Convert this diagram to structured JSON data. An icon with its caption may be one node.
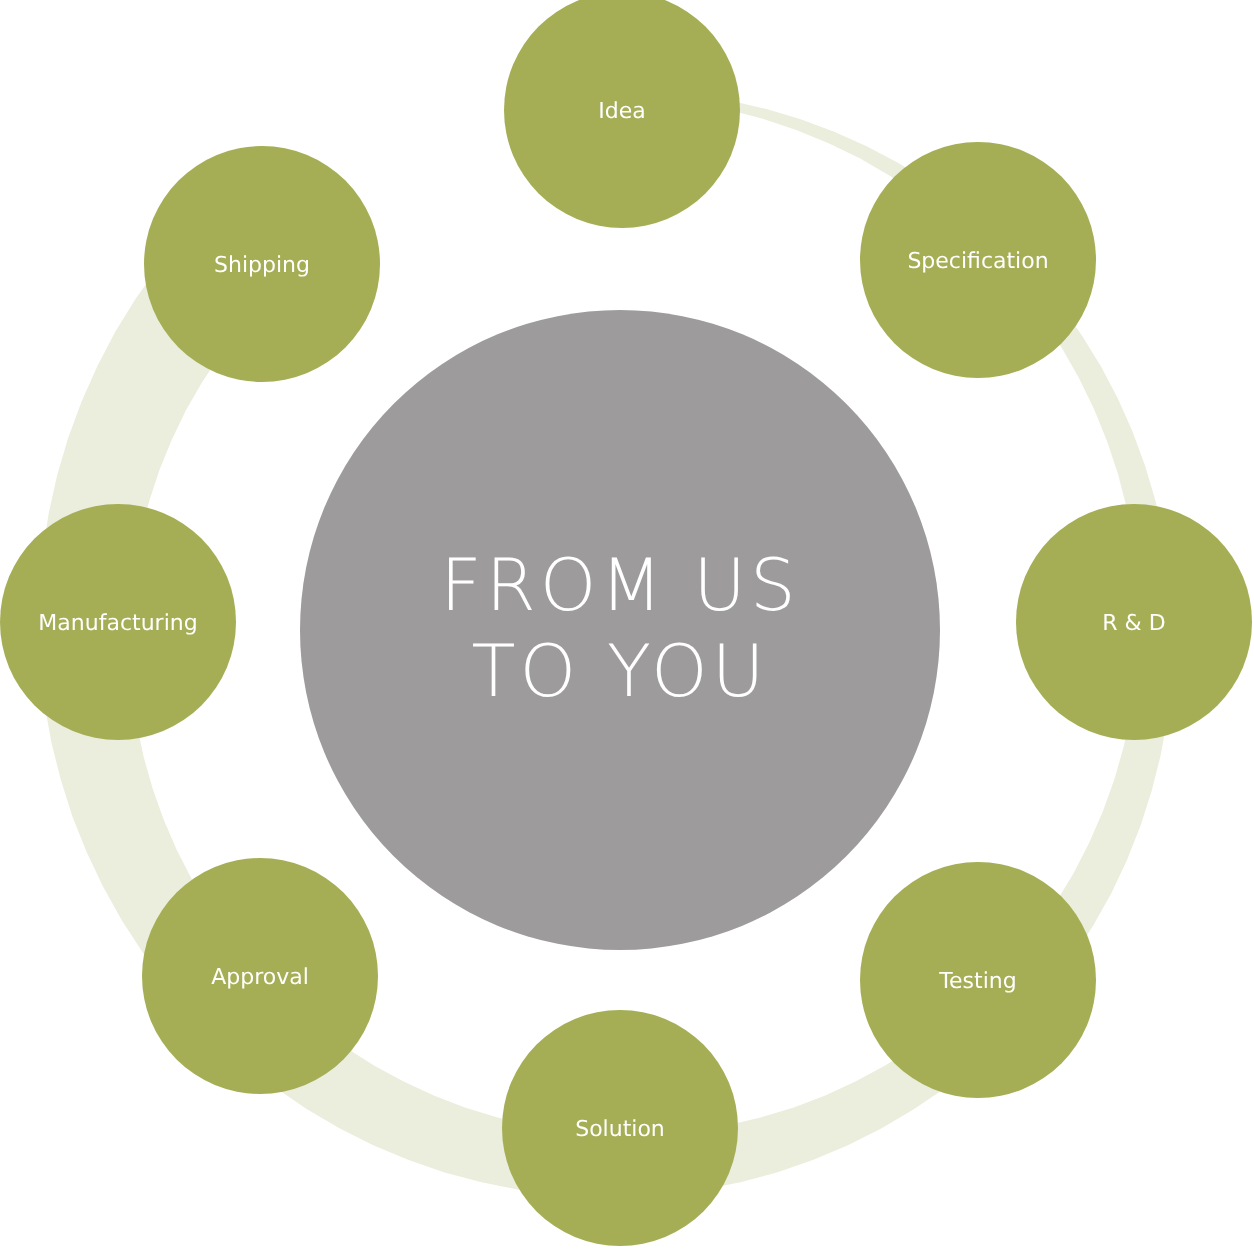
{
  "diagram": {
    "nodes": [
      {
        "text": [
          "FROM US TO YOU"
        ]
      },
      {
        "text": [
          "Idea"
        ]
      },
      {
        "text": [
          "Specification"
        ]
      },
      {
        "text": [
          "R & D"
        ]
      },
      {
        "text": [
          "Testing"
        ]
      },
      {
        "text": [
          "Solution"
        ]
      },
      {
        "text": [
          "Approval"
        ]
      },
      {
        "text": [
          "Manufacturing"
        ]
      },
      {
        "text": [
          "Shipping"
        ]
      }
    ]
  }
}
